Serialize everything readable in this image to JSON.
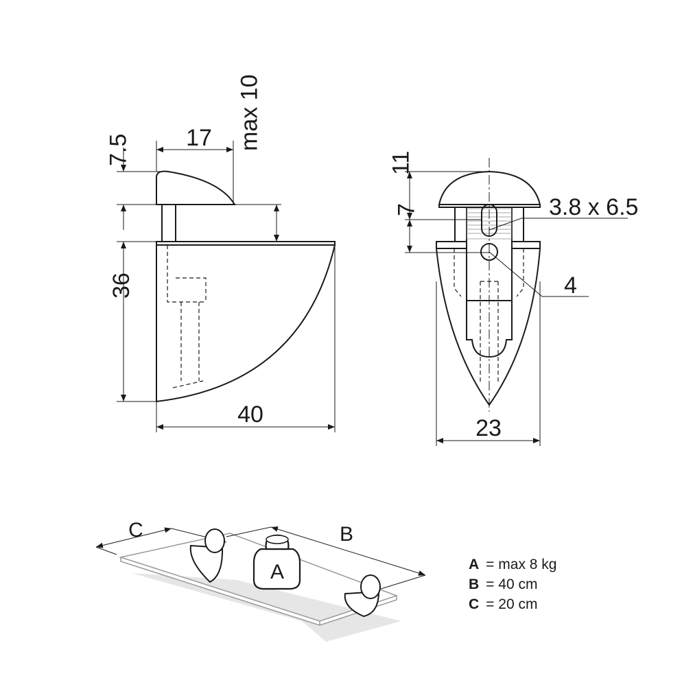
{
  "side_view": {
    "dim_width_top": "17",
    "dim_max_thickness": "max 10",
    "dim_cap_height": "7.5",
    "dim_body_height": "36",
    "dim_body_width": "40"
  },
  "front_view": {
    "dim_cap_height": "11",
    "dim_slot_offset": "7",
    "dim_slot_size": "3.8 x 6.5",
    "dim_hole": "4",
    "dim_width": "23"
  },
  "illustration": {
    "label_c": "C",
    "label_b": "B",
    "label_weight": "A"
  },
  "legend": [
    {
      "key": "A",
      "value": "= max 8 kg"
    },
    {
      "key": "B",
      "value": "= 40 cm"
    },
    {
      "key": "C",
      "value": "= 20 cm"
    }
  ]
}
